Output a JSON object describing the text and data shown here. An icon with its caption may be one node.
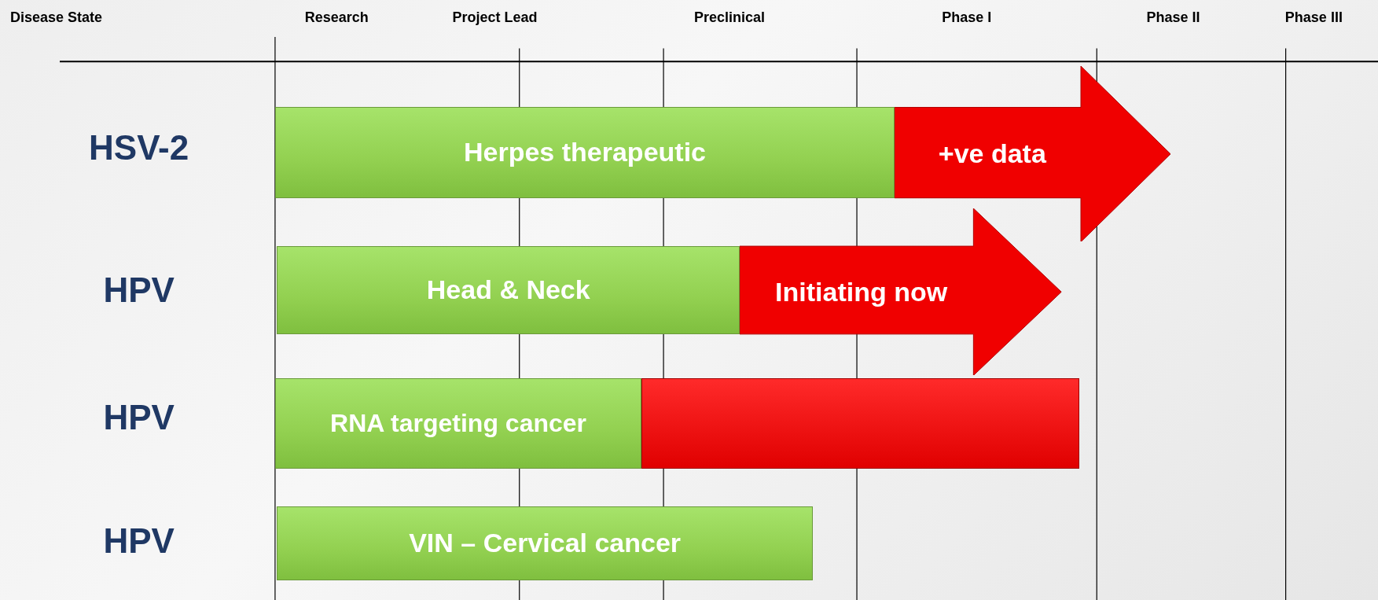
{
  "diagram": {
    "nodes": [
      {
        "text": [
          "Herpes therapeutic"
        ]
      },
      {
        "text": [
          "+ve data"
        ]
      },
      {
        "text": [
          "Head & Neck"
        ]
      },
      {
        "text": [
          "Initiating now"
        ]
      },
      {
        "text": [
          "RNA targeting cancer"
        ]
      },
      {
        "text": [],
        "shape": "bar"
      },
      {
        "text": [
          "VIN – Cervical cancer"
        ]
      }
    ],
    "labels": [
      "Disease State",
      "Research",
      "Project Lead",
      "Preclinical",
      "Phase I",
      "Phase II",
      "Phase III",
      "HSV-2",
      "HPV",
      "HPV",
      "HPV"
    ]
  }
}
